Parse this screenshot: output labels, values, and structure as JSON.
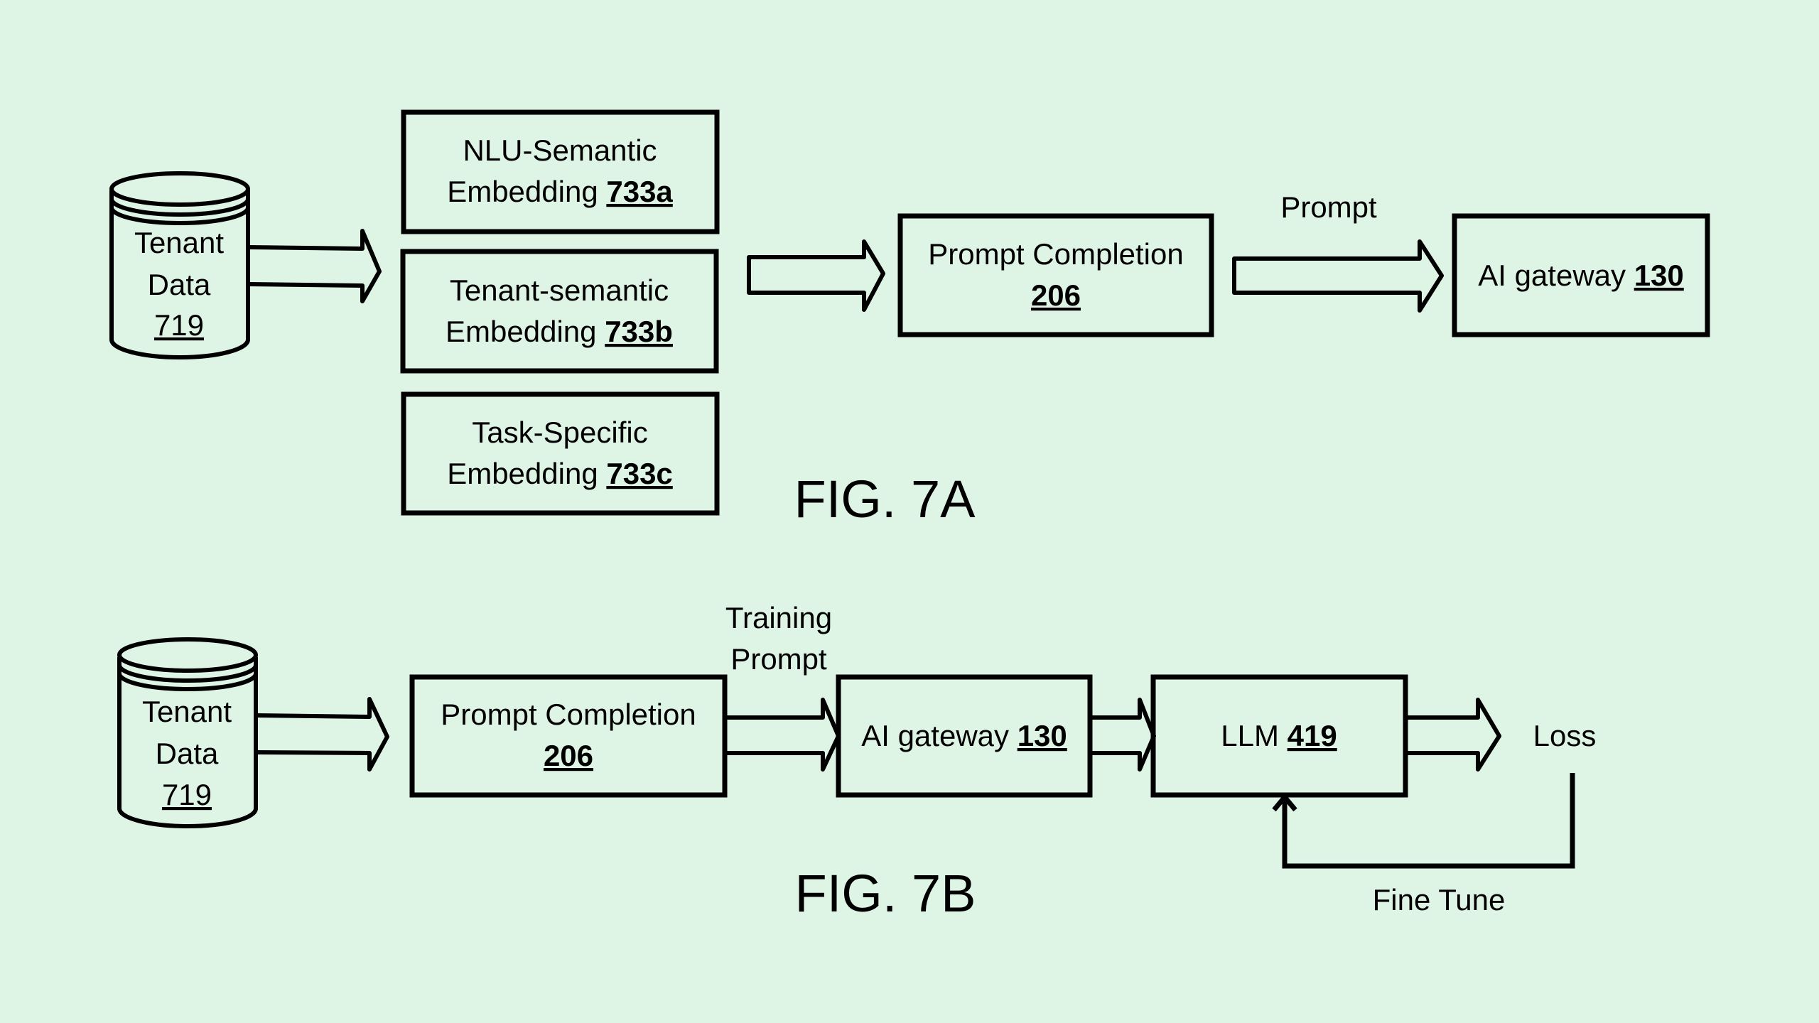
{
  "background_color": "#def5e5",
  "fig7a": {
    "caption": "FIG. 7A",
    "tenant_data": {
      "line1": "Tenant",
      "line2": "Data",
      "ref": "719"
    },
    "embeddings": [
      {
        "line1": "NLU-Semantic",
        "line2_prefix": "Embedding ",
        "ref": "733a"
      },
      {
        "line1": "Tenant-semantic",
        "line2_prefix": "Embedding ",
        "ref": "733b"
      },
      {
        "line1": "Task-Specific",
        "line2_prefix": "Embedding ",
        "ref": "733c"
      }
    ],
    "prompt_completion": {
      "label": "Prompt Completion",
      "ref": "206"
    },
    "prompt_arrow_label": "Prompt",
    "ai_gateway": {
      "label": "AI gateway ",
      "ref": "130"
    }
  },
  "fig7b": {
    "caption": "FIG. 7B",
    "tenant_data": {
      "line1": "Tenant",
      "line2": "Data",
      "ref": "719"
    },
    "prompt_completion": {
      "label": "Prompt Completion",
      "ref": "206"
    },
    "training_prompt_label": {
      "line1": "Training",
      "line2": "Prompt"
    },
    "ai_gateway": {
      "label": "AI gateway ",
      "ref": "130"
    },
    "llm": {
      "label": "LLM ",
      "ref": "419"
    },
    "loss_label": "Loss",
    "fine_tune_label": "Fine Tune"
  }
}
